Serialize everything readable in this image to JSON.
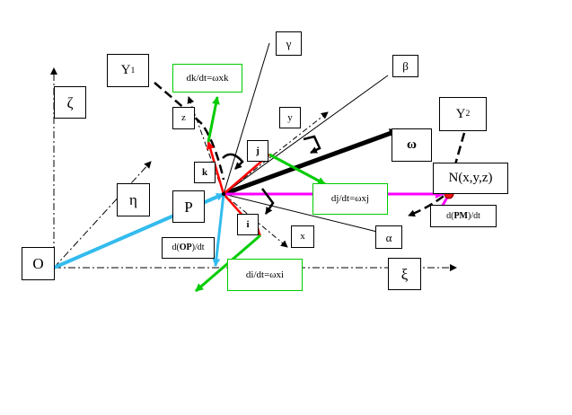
{
  "labels": {
    "origin": "O",
    "zeta": "ζ",
    "eta": "η",
    "xi": "ξ",
    "point_p": "P",
    "point_n": "N(x,y,z)",
    "y1_main": "Y",
    "y1_sub": "1",
    "y2_main": "Y",
    "y2_sub": "2",
    "gamma": "γ",
    "beta": "β",
    "alpha": "α",
    "x": "x",
    "y": "y",
    "z": "z",
    "i": "i",
    "j": "j",
    "k": "k",
    "omega": "ω",
    "dk_dt": "dk/dt=ωxk",
    "dj_dt": "dj/dt=ωxj",
    "di_dt": "di/dt=ωxi",
    "dop_pre": "d(",
    "dop_bold": "OP",
    "dop_post": ")/dt",
    "dpm_pre": "d(",
    "dpm_bold": "PM",
    "dpm_post": ")/dt"
  },
  "colors": {
    "black": "#000000",
    "red": "#ff0000",
    "green": "#00cc00",
    "cyan": "#33bbee",
    "magenta": "#ff00ff",
    "point": "#ee1111"
  }
}
